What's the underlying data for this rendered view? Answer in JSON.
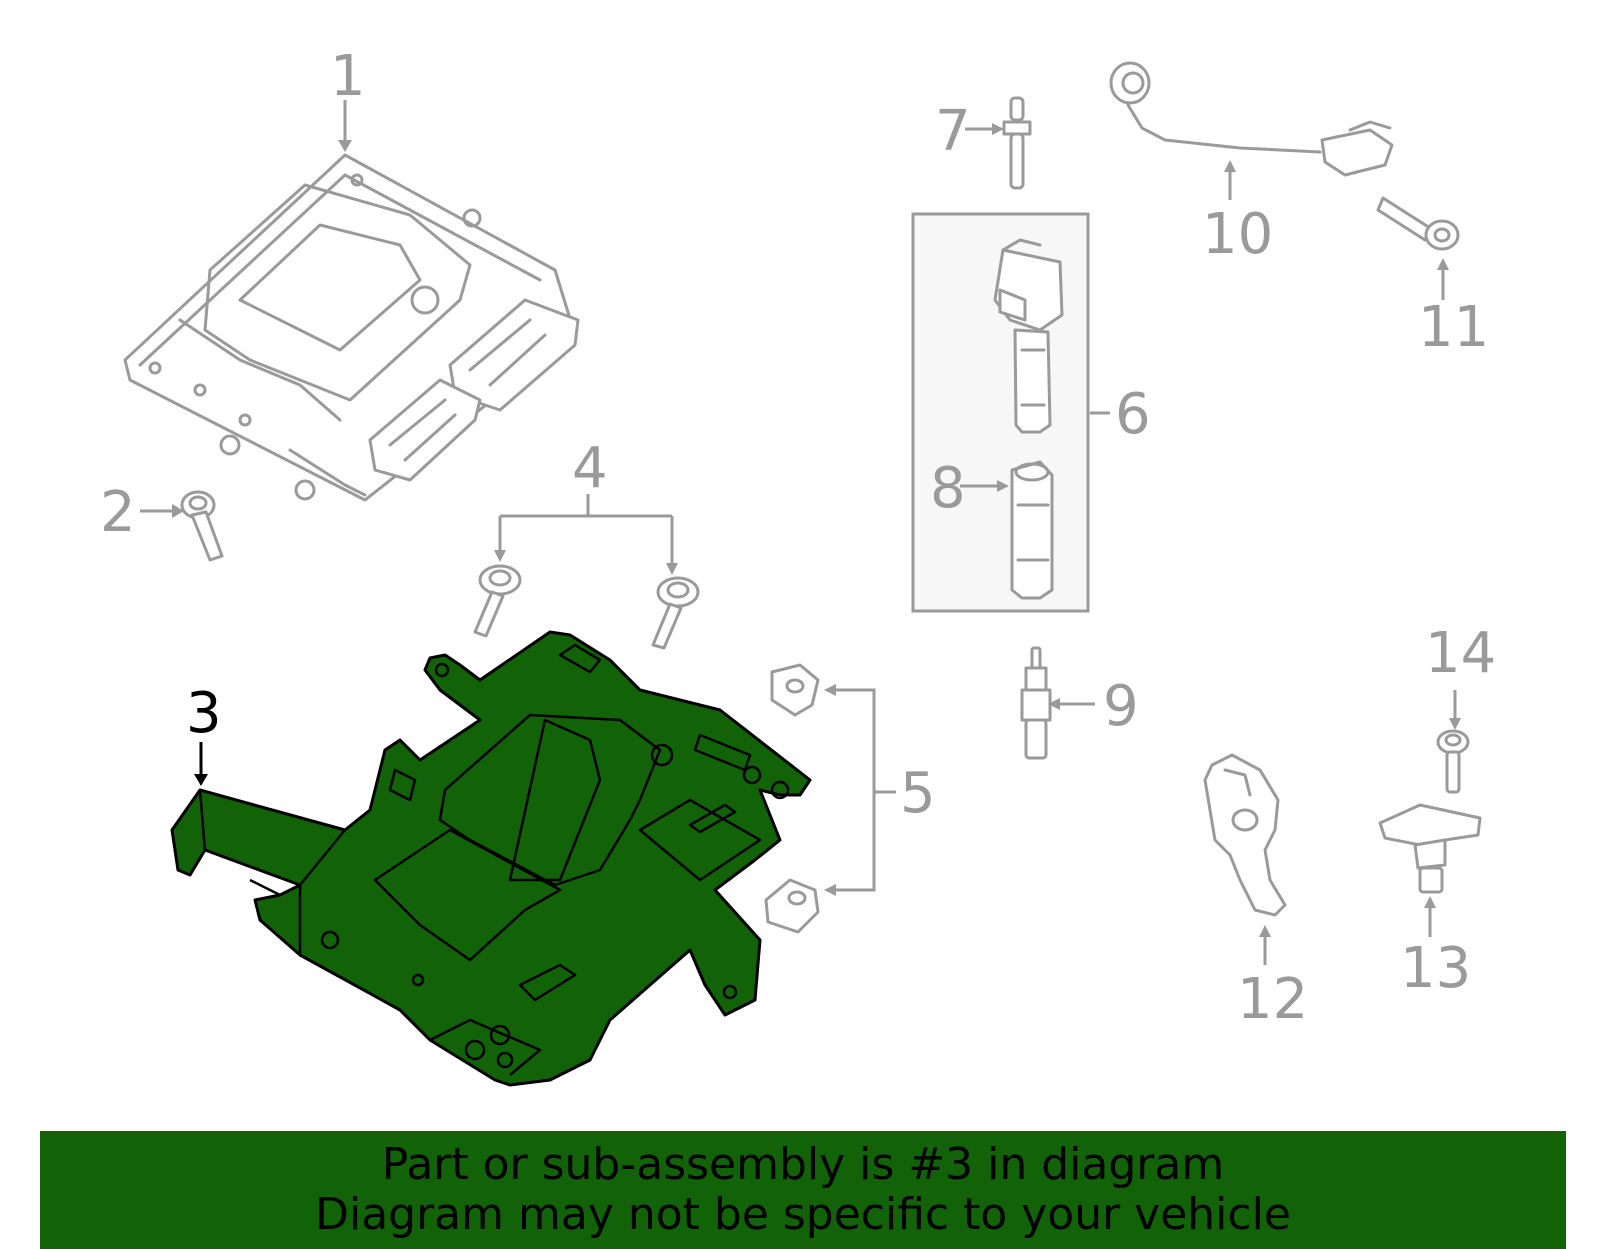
{
  "colors": {
    "highlight": "#126207",
    "line_gray": "#9a9a9a",
    "active_text": "#000000"
  },
  "callouts": {
    "c1": "1",
    "c2": "2",
    "c3": "3",
    "c4": "4",
    "c5": "5",
    "c6": "6",
    "c7": "7",
    "c8": "8",
    "c9": "9",
    "c10": "10",
    "c11": "11",
    "c12": "12",
    "c13": "13",
    "c14": "14"
  },
  "highlighted_part": "3",
  "banner": {
    "line1": "Part or sub-assembly is #3 in diagram",
    "line2": "Diagram may not be specific to your vehicle"
  }
}
